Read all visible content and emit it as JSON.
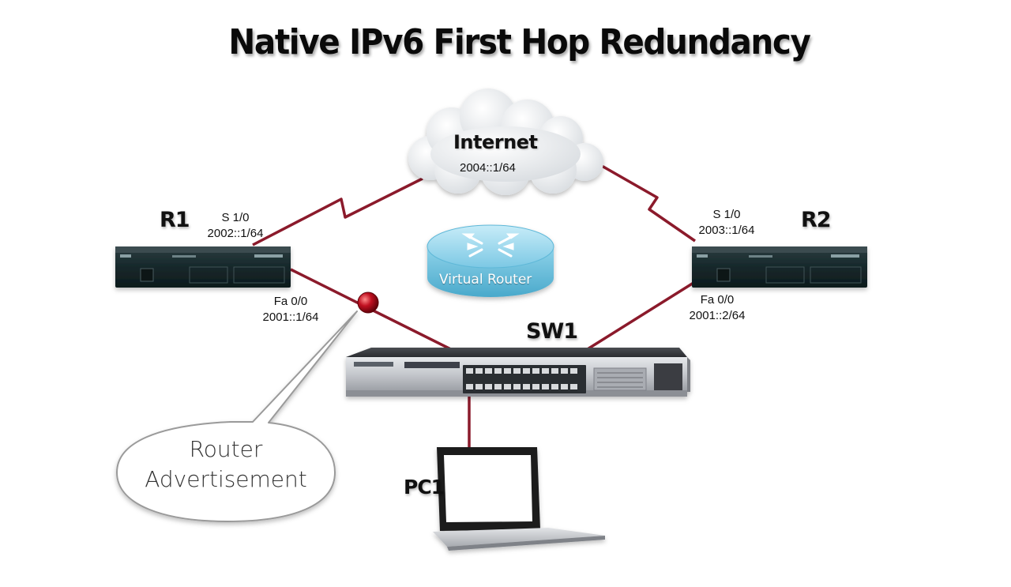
{
  "title": "Native IPv6 First Hop Redundancy",
  "internet": {
    "name": "Internet",
    "address": "2004::1/64"
  },
  "virtual_router": {
    "label": "Virtual Router"
  },
  "r1": {
    "name": "R1",
    "serial_iface": "S 1/0",
    "serial_addr": "2002::1/64",
    "fa_iface": "Fa 0/0",
    "fa_addr": "2001::1/64"
  },
  "r2": {
    "name": "R2",
    "serial_iface": "S 1/0",
    "serial_addr": "2003::1/64",
    "fa_iface": "Fa 0/0",
    "fa_addr": "2001::2/64"
  },
  "sw1": {
    "name": "SW1"
  },
  "pc1": {
    "name": "PC1"
  },
  "callout": {
    "line1": "Router",
    "line2": "Advertisement"
  },
  "colors": {
    "link": "#8b1a2b",
    "device_body": "#1d2b2e",
    "cloud": "#eef0f2",
    "ra_marker": "#b01020"
  }
}
